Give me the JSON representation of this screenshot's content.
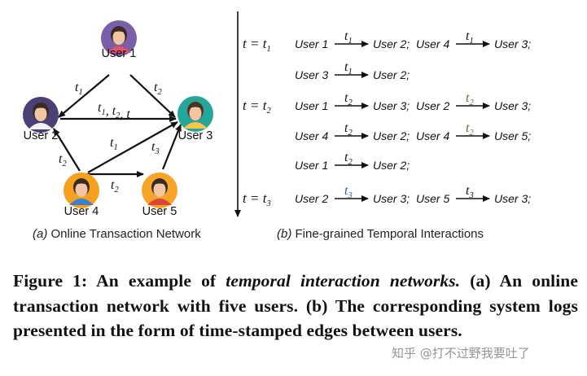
{
  "network": {
    "users": [
      {
        "id": "u1",
        "label": "User 1",
        "skin": "#f3c6a3",
        "hair": "#3a2a24",
        "shirt": "#e8516b",
        "bg": "#7a5ea8"
      },
      {
        "id": "u2",
        "label": "User 2",
        "skin": "#f3c6a3",
        "hair": "#3a2a24",
        "shirt": "#f2f2f2",
        "bg": "#4b3f76"
      },
      {
        "id": "u3",
        "label": "User 3",
        "skin": "#f3c6a3",
        "hair": "#4b3226",
        "shirt": "#f6c54b",
        "bg": "#27a59b"
      },
      {
        "id": "u4",
        "label": "User 4",
        "skin": "#f3c6a3",
        "hair": "#3a2a24",
        "shirt": "#3b7fcf",
        "bg": "#f4a11e"
      },
      {
        "id": "u5",
        "label": "User 5",
        "skin": "#f3c6a3",
        "hair": "#3a2a24",
        "shirt": "#d9463a",
        "bg": "#f7a52a"
      }
    ],
    "edge_labels": {
      "u1_u2": "t1",
      "u1_u3": "t2",
      "u2_u3": "t1, t2, t",
      "u4_u3": "t1",
      "u5_u3": "t3",
      "u4_u2": "t2",
      "u4_u5": "t2"
    },
    "caption": "(a) Online Transaction Network"
  },
  "logs": {
    "caption": "(b) Fine-grained Temporal Interactions",
    "groups": [
      {
        "time": "t1",
        "rows": [
          [
            "User 1",
            "t1",
            "User 2;",
            "User 4",
            "t1",
            "User 3;"
          ],
          [
            "User 3",
            "t1",
            "User 2;"
          ]
        ]
      },
      {
        "time": "t2",
        "rows": [
          [
            "User 1",
            "t2",
            "User 3;",
            "User 2",
            "t2",
            "User 3;"
          ],
          [
            "User 4",
            "t2",
            "User 2;",
            "User 4",
            "t2",
            "User 5;"
          ],
          [
            "User 1",
            "t2",
            "User 2;"
          ]
        ]
      },
      {
        "time": "t3",
        "rows": [
          [
            "User 2",
            "t3",
            "User 3;",
            "User 5",
            "t3",
            "User 3;"
          ]
        ]
      }
    ]
  },
  "colors": {
    "green_t2": "#4e7d2a",
    "blue_t3": "#2e5c9e"
  },
  "figure_caption": {
    "label": "Figure 1:",
    "part1": "An example of",
    "emph": "temporal interaction networks.",
    "part2": "(a) An online transaction network with five users. (b) The corresponding system logs presented in the form of time-stamped edges between users."
  },
  "watermark": "知乎 @打不过野我要吐了"
}
